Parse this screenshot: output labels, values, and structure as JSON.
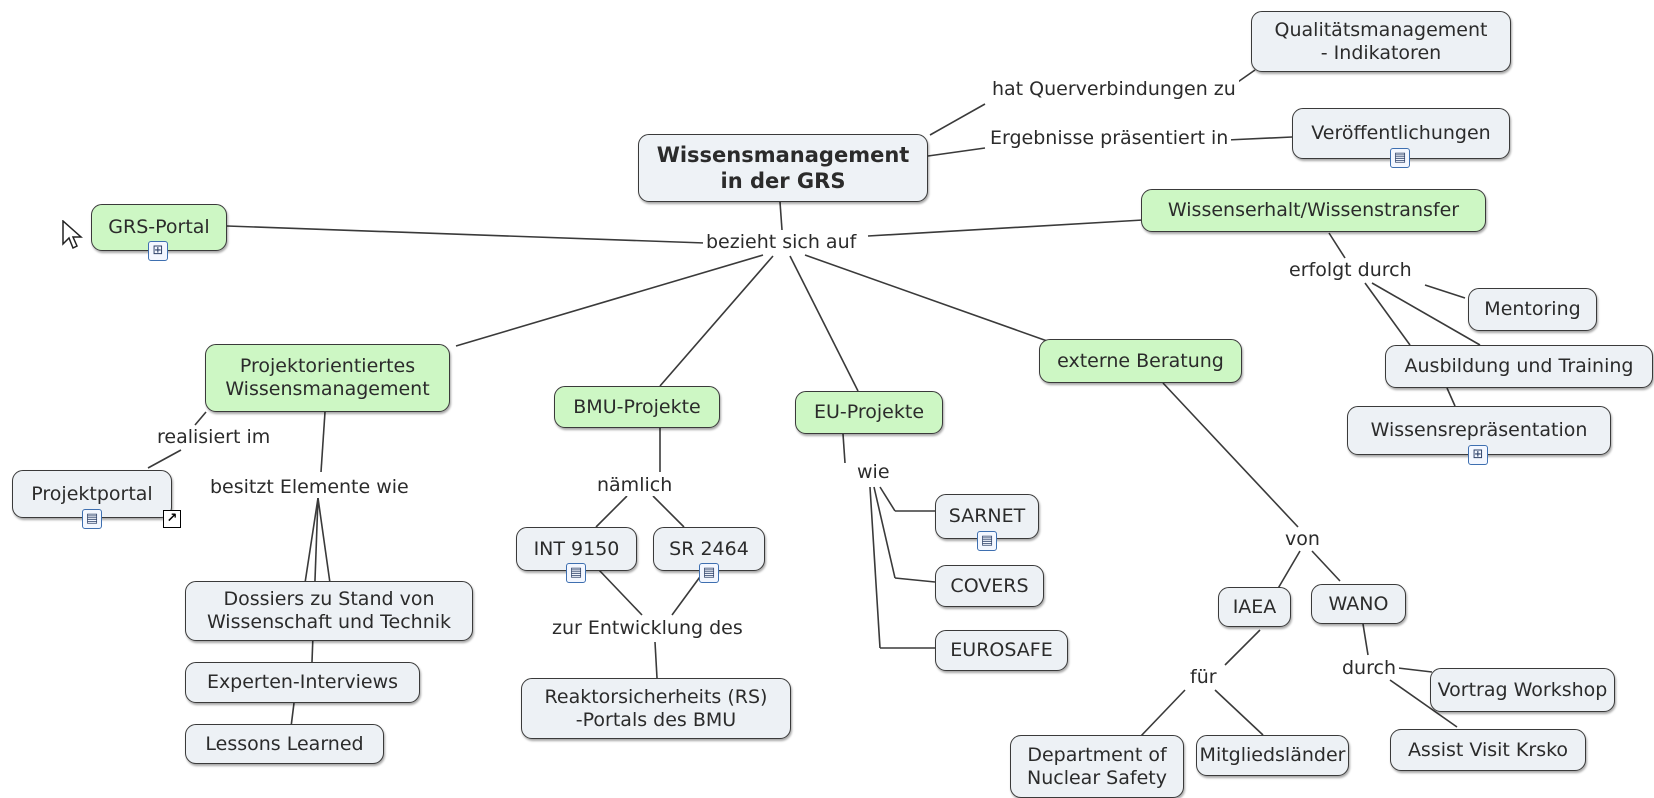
{
  "nodes": {
    "root": "Wissensmanagement\nin der GRS",
    "qualitaet": "Qualitätsmanagement\n- Indikatoren",
    "veroeff": "Veröffentlichungen",
    "wissenserhalt": "Wissenserhalt/Wissenstransfer",
    "grs_portal": "GRS-Portal",
    "mentoring": "Mentoring",
    "ausbildung": "Ausbildung und Training",
    "wissensrep": "Wissensrepräsentation",
    "projektorient": "Projektorientiertes\nWissensmanagement",
    "bmu": "BMU-Projekte",
    "eu": "EU-Projekte",
    "extern": "externe Beratung",
    "projektportal": "Projektportal",
    "int9150": "INT 9150",
    "sr2464": "SR 2464",
    "sarnet": "SARNET",
    "covers": "COVERS",
    "eurosafe": "EUROSAFE",
    "dossiers": "Dossiers zu Stand von\nWissenschaft und Technik",
    "experten": "Experten-Interviews",
    "lessons": "Lessons Learned",
    "rs_portal": "Reaktorsicherheits (RS)\n-Portals des BMU",
    "iaea": "IAEA",
    "wano": "WANO",
    "dept": "Department of\nNuclear Safety",
    "mitglied": "Mitgliedsländer",
    "vortrag": "Vortrag Workshop",
    "assist": "Assist Visit Krsko"
  },
  "links": {
    "querverb": "hat Querverbindungen zu",
    "ergebnisse": "Ergebnisse präsentiert in",
    "bezieht": "bezieht sich auf",
    "erfolgt": "erfolgt durch",
    "realisiert": "realisiert im",
    "besitzt": "besitzt Elemente wie",
    "naemlich": "nämlich",
    "wie": "wie",
    "zur_entw": "zur Entwicklung des",
    "von": "von",
    "fuer": "für",
    "durch": "durch"
  },
  "icons": {
    "document": "document-icon",
    "concept_map": "concept-map-icon",
    "shortcut": "shortcut-arrow-icon",
    "cursor": "mouse-cursor-icon"
  },
  "colors": {
    "node_fill": "#edf1f5",
    "highlight_fill": "#cdf7c4",
    "border": "#3a3a3a",
    "line": "#3a3a3a"
  }
}
